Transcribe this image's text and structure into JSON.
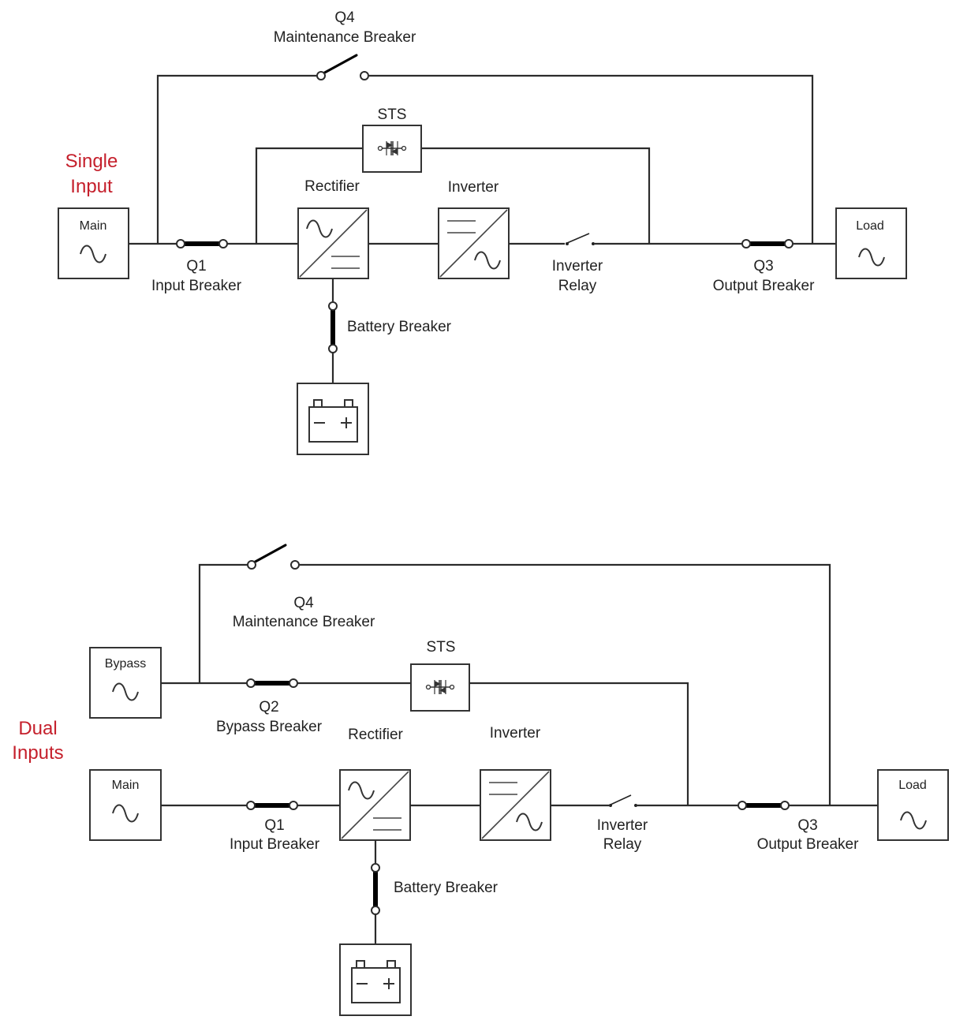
{
  "colors": {
    "accent": "#c5202c",
    "line": "#2b2b2b"
  },
  "single": {
    "title": [
      "Single",
      "Input"
    ],
    "main_label": "Main",
    "load_label": "Load",
    "q4": [
      "Q4",
      "Maintenance Breaker"
    ],
    "sts": "STS",
    "rectifier": "Rectifier",
    "inverter": "Inverter",
    "q1": [
      "Q1",
      "Input Breaker"
    ],
    "inverter_relay": [
      "Inverter",
      "Relay"
    ],
    "q3": [
      "Q3",
      "Output Breaker"
    ],
    "battery_breaker": "Battery Breaker"
  },
  "dual": {
    "title": [
      "Dual",
      "Inputs"
    ],
    "bypass_label": "Bypass",
    "main_label": "Main",
    "load_label": "Load",
    "q4": [
      "Q4",
      "Maintenance Breaker"
    ],
    "sts": "STS",
    "q2": [
      "Q2",
      "Bypass Breaker"
    ],
    "rectifier": "Rectifier",
    "inverter": "Inverter",
    "q1": [
      "Q1",
      "Input Breaker"
    ],
    "inverter_relay": [
      "Inverter",
      "Relay"
    ],
    "q3": [
      "Q3",
      "Output Breaker"
    ],
    "battery_breaker": "Battery Breaker"
  }
}
